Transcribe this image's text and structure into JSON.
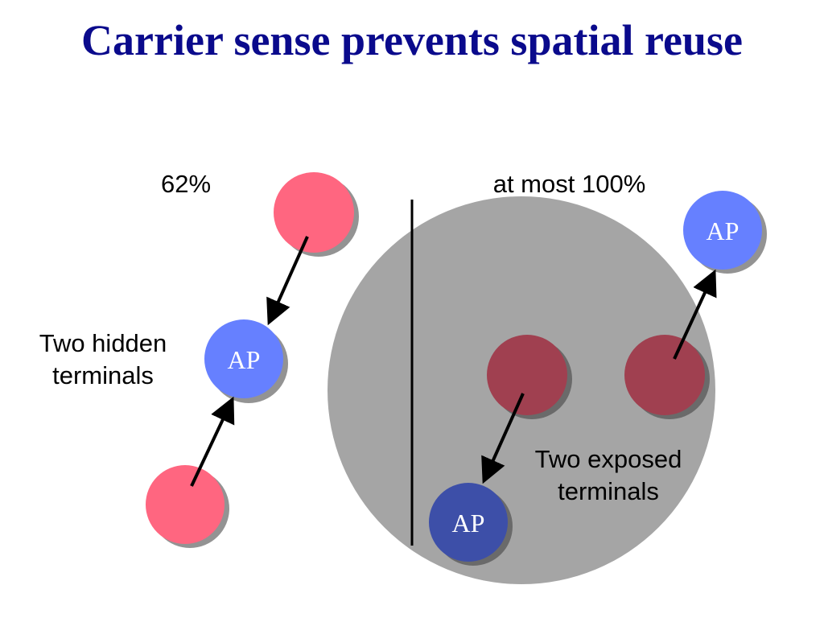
{
  "slide": {
    "title": "Carrier sense prevents spatial reuse"
  },
  "hidden_scenario": {
    "throughput_label": "62%",
    "caption_line1": "Two hidden",
    "caption_line2": "terminals",
    "ap_label": "AP"
  },
  "exposed_scenario": {
    "throughput_label": "at most 100%",
    "caption_line1": "Two exposed",
    "caption_line2": "terminals",
    "ap_top_label": "AP",
    "ap_bottom_label": "AP"
  },
  "colors": {
    "title": "#0a0a8c",
    "sender_hidden": "#ff6680",
    "sender_exposed": "#a04050",
    "ap": "#6680ff",
    "ap_dark": "#3d4fa8",
    "carrier_range": "#a5a5a5",
    "shadow": "#3a3a3a"
  }
}
